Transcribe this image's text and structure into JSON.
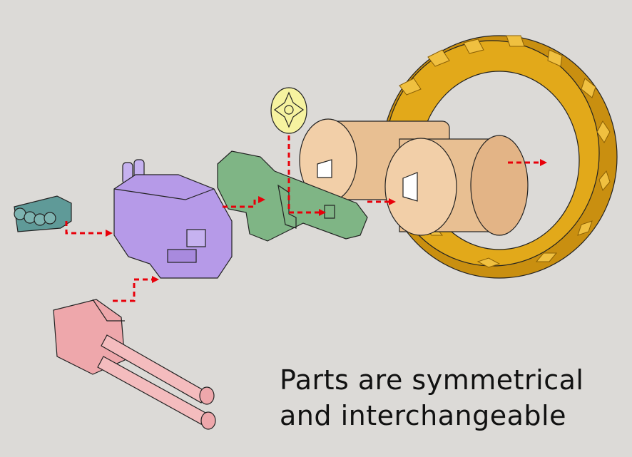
{
  "caption": {
    "line1": "Parts are symmetrical",
    "line2": "and interchangeable"
  },
  "colors": {
    "background": "#dcdad7",
    "track": "#e2a91a",
    "wheel": "#f2cfa8",
    "emblem": "#f6f3a0",
    "side_plate": "#7fb585",
    "hull": "#b69ae8",
    "hand": "#5f9a98",
    "gun": "#eea7ab",
    "arrow": "#e8000a"
  },
  "parts": [
    "hand",
    "hull",
    "gun",
    "side-plate",
    "emblem",
    "wheels",
    "track"
  ]
}
